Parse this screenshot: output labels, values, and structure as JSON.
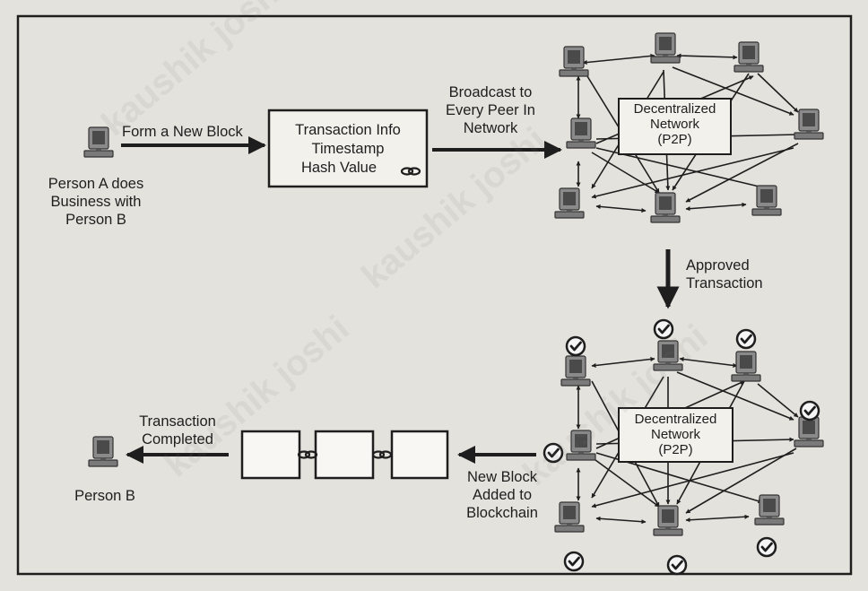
{
  "labels": {
    "form_new_block": "Form a New Block",
    "person_a": [
      "Person A does",
      "Business with",
      "Person B"
    ],
    "block_info": [
      "Transaction Info",
      "Timestamp",
      "Hash Value"
    ],
    "broadcast": [
      "Broadcast to",
      "Every Peer In",
      "Network"
    ],
    "network_top": [
      "Decentralized",
      "Network",
      "(P2P)"
    ],
    "approved": [
      "Approved",
      "Transaction"
    ],
    "network_bottom": [
      "Decentralized",
      "Network",
      "(P2P)"
    ],
    "new_block": [
      "New Block",
      "Added to",
      "Blockchain"
    ],
    "transaction_completed": [
      "Transaction",
      "Completed"
    ],
    "person_b": "Person B"
  },
  "watermark": "kaushik joshi",
  "colors": {
    "background": "#e4e2dc",
    "ink": "#1e1e1e",
    "box_fill": "#f3f1ec",
    "computer": "#777777"
  },
  "icons": [
    "computer-icon",
    "checkmark-icon",
    "chain-link-icon",
    "arrow-icon"
  ]
}
